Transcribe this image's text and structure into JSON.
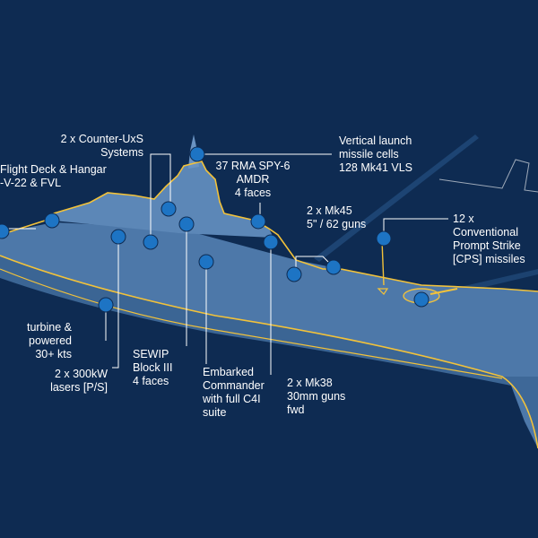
{
  "colors": {
    "background": "#0e2b52",
    "hull": "#4d78a9",
    "hull_shadow": "#3b6594",
    "superstructure": "#5c87b7",
    "outline": "#f2c23a",
    "dot": "#1d74c4",
    "leader": "#ffffff",
    "text": "#ffffff"
  },
  "callouts": [
    {
      "id": "counter-uxs",
      "text": "2 x Counter-UxS\nSystems"
    },
    {
      "id": "vls",
      "text": "Vertical launch\nmissile cells\n128 Mk41 VLS"
    },
    {
      "id": "flight-deck",
      "text": "Flight Deck & Hangar\n-V-22 & FVL"
    },
    {
      "id": "spy6",
      "text": "37 RMA SPY-6\nAMDR\n4 faces"
    },
    {
      "id": "mk45",
      "text": "2 x Mk45\n5\" / 62 guns"
    },
    {
      "id": "cps",
      "text": "12 x Conventional\nPrompt Strike\n[CPS] missiles"
    },
    {
      "id": "turbine",
      "text": "turbine &\npowered\n30+ kts"
    },
    {
      "id": "lasers",
      "text": "2 x 300kW\nlasers [P/S]"
    },
    {
      "id": "sewip",
      "text": "SEWIP\nBlock III\n4 faces"
    },
    {
      "id": "commander",
      "text": "Embarked\nCommander\nwith full C4I\nsuite"
    },
    {
      "id": "mk38",
      "text": "2 x Mk38\n30mm guns\nfwd"
    }
  ]
}
